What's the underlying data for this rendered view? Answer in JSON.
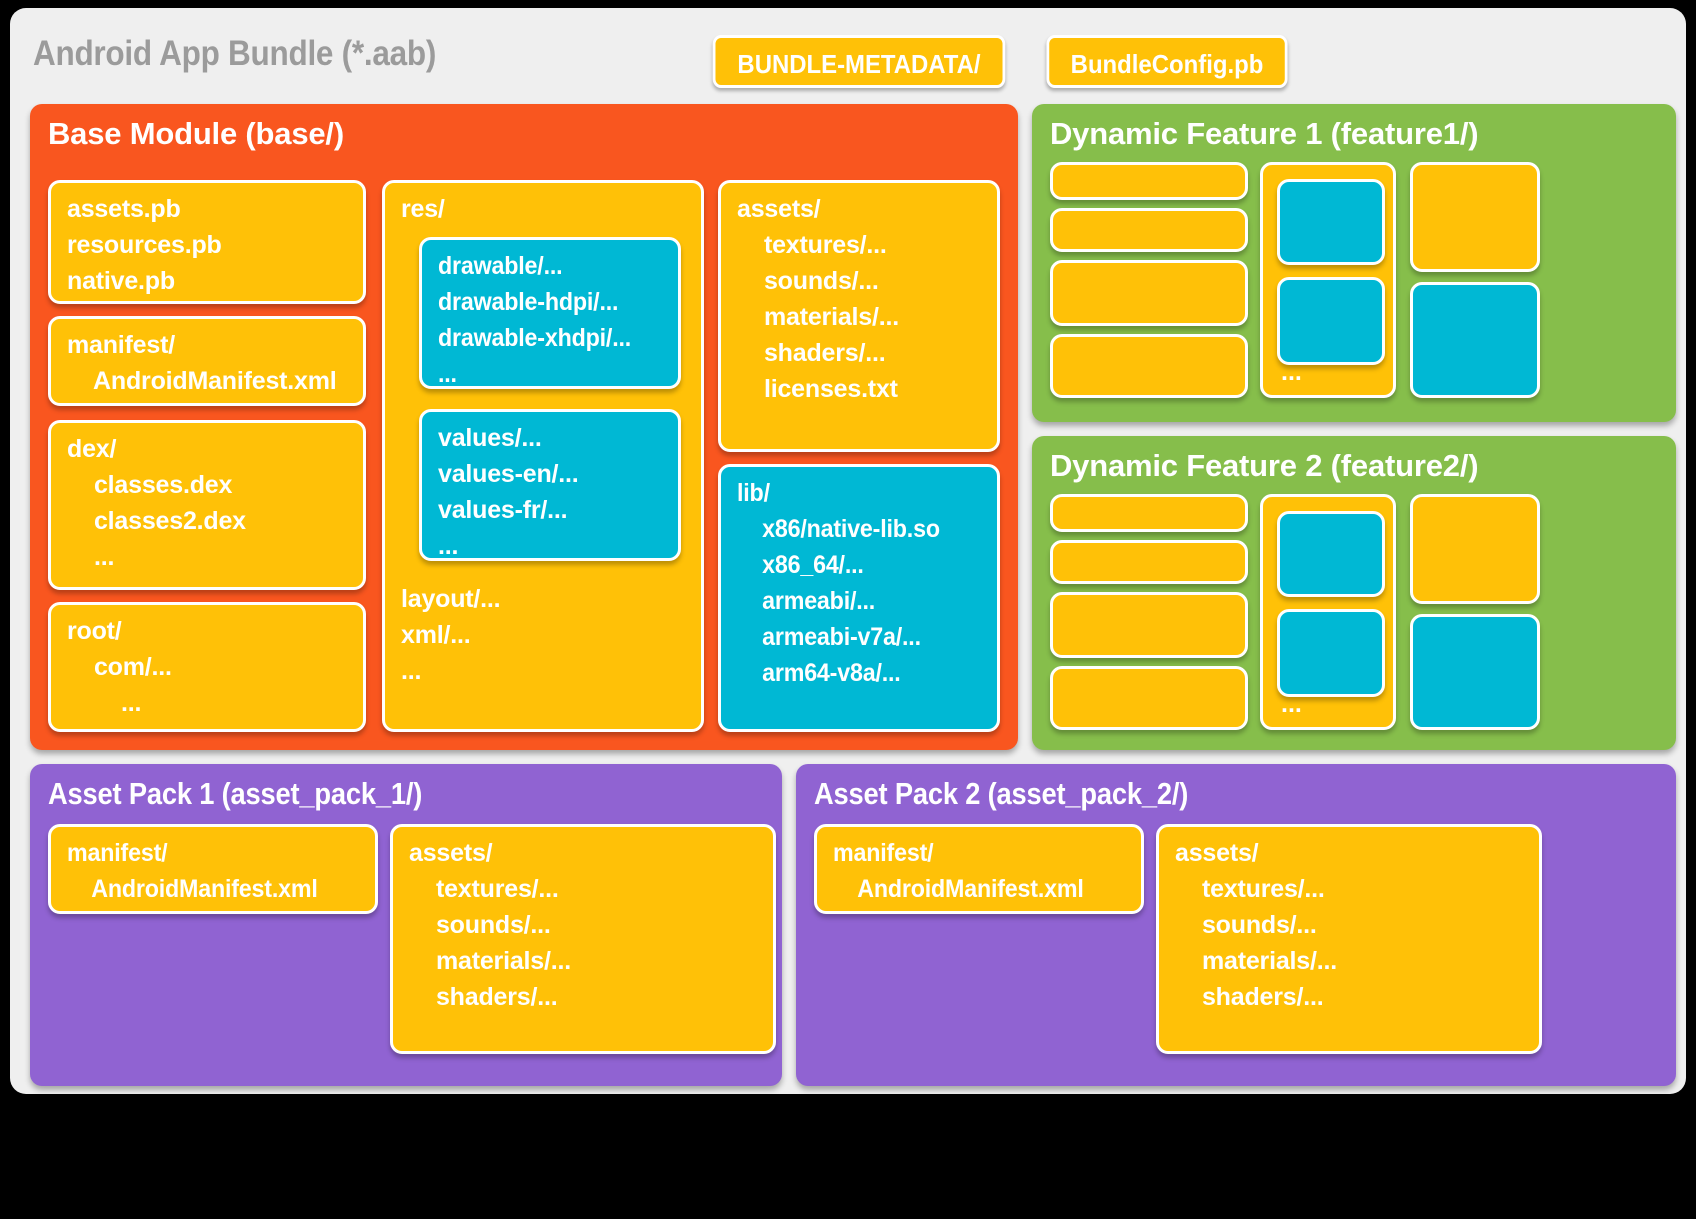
{
  "header": {
    "title": "Android App Bundle (*.aab)",
    "chips": [
      {
        "name": "bundle-metadata",
        "label": "BUNDLE-METADATA/"
      },
      {
        "name": "bundle-config",
        "label": "BundleConfig.pb"
      }
    ]
  },
  "colors": {
    "page_background": "#000000",
    "bundle_background": "#efefef",
    "base_module": "#F9561F",
    "dynamic_feature": "#86BE4B",
    "asset_pack": "#9063D2",
    "card_yellow": "#FFC107",
    "card_cyan": "#00B8D4",
    "title_grey": "#9b9b9b",
    "card_text": "#ffffff"
  },
  "base_module": {
    "title": "Base Module (base/)",
    "cards": {
      "protos": "assets.pb\nresources.pb\nnative.pb",
      "manifest": "manifest/\n    AndroidManifest.xml",
      "dex": "dex/\n    classes.dex\n    classes2.dex\n    ...",
      "root": "root/\n    com/...\n        ...",
      "res_label": "res/",
      "res_drawable": "drawable/...\ndrawable-hdpi/...\ndrawable-xhdpi/...\n...",
      "res_values": "values/...\nvalues-en/...\nvalues-fr/...\n...",
      "res_tail": "layout/...\nxml/...\n...",
      "assets": "assets/\n    textures/...\n    sounds/...\n    materials/...\n    shaders/...\n    licenses.txt",
      "lib": "lib/\n    x86/native-lib.so\n    x86_64/...\n    armeabi/...\n    armeabi-v7a/...\n    arm64-v8a/..."
    }
  },
  "dynamic_features": [
    {
      "title": "Dynamic Feature 1 (feature1/)",
      "ellipsis": "..."
    },
    {
      "title": "Dynamic Feature 2 (feature2/)",
      "ellipsis": "..."
    }
  ],
  "asset_packs": [
    {
      "title": "Asset Pack 1 (asset_pack_1/)",
      "manifest": "manifest/\n    AndroidManifest.xml",
      "assets": "assets/\n    textures/...\n    sounds/...\n    materials/...\n    shaders/..."
    },
    {
      "title": "Asset Pack 2 (asset_pack_2/)",
      "manifest": "manifest/\n    AndroidManifest.xml",
      "assets": "assets/\n    textures/...\n    sounds/...\n    materials/...\n    shaders/..."
    }
  ]
}
